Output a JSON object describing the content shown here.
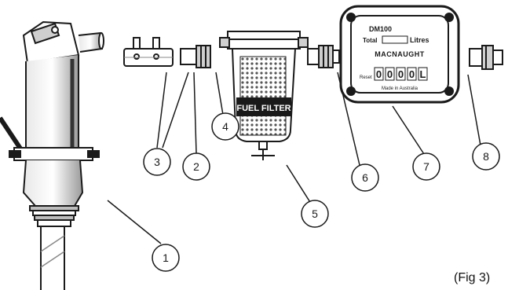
{
  "figure_caption": "(Fig 3)",
  "callouts": [
    "1",
    "2",
    "3",
    "4",
    "5",
    "6",
    "7",
    "8"
  ],
  "meter": {
    "model": "DM100",
    "total_label": "Total",
    "unit": "Litres",
    "brand": "MACNAUGHT",
    "reset_label": "Reset",
    "reading": [
      "0",
      "0",
      "0",
      "0",
      "L"
    ],
    "footer": "Made in Australia"
  },
  "filter": {
    "label": "FUEL FILTER"
  },
  "colors": {
    "ink": "#1a1a1a",
    "paper": "#ffffff",
    "shade": "#bdbdbd"
  }
}
